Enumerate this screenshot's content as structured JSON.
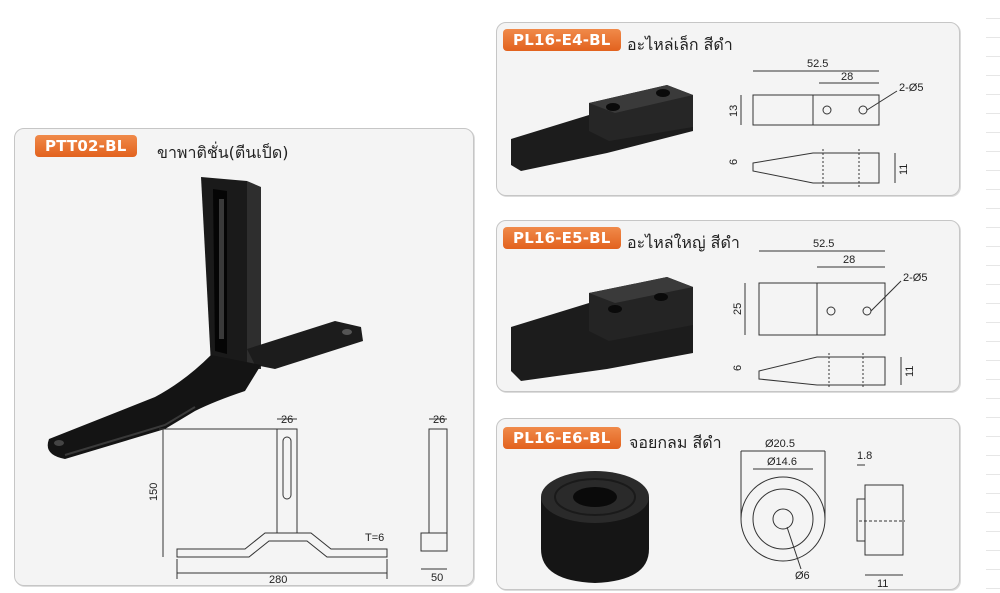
{
  "products": [
    {
      "code": "PTT02-BL",
      "name": "ขาพาติชั่น(ตีนเป็ด)",
      "dims": {
        "width": "26",
        "height": "150",
        "length": "280",
        "thickness": "T=6",
        "side_width": "26",
        "depth": "50"
      }
    },
    {
      "code": "PL16-E4-BL",
      "name": "อะไหล่เล็ก สีดำ",
      "dims": {
        "length": "52.5",
        "hole_span": "28",
        "holes": "2-Ø5",
        "height": "13",
        "base": "6",
        "top": "11"
      }
    },
    {
      "code": "PL16-E5-BL",
      "name": "อะไหล่ใหญ่ สีดำ",
      "dims": {
        "length": "52.5",
        "hole_span": "28",
        "holes": "2-Ø5",
        "height": "25",
        "base": "6",
        "top": "11"
      }
    },
    {
      "code": "PL16-E6-BL",
      "name": "จอยกลม สีดำ",
      "dims": {
        "outer_dia": "Ø20.5",
        "mid_dia": "Ø14.6",
        "hole_dia": "Ø6",
        "flange": "1.8",
        "thickness": "11"
      }
    }
  ],
  "colors": {
    "badge": "#e8722c",
    "panel": "#f4f4f4",
    "part": "#1c1c1c"
  }
}
